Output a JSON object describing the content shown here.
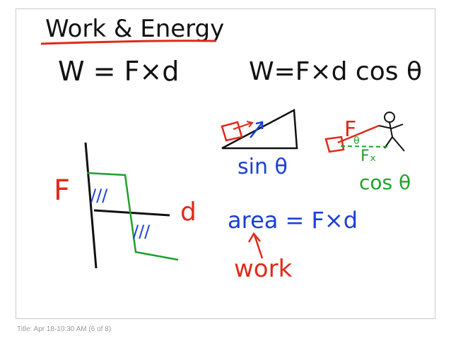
{
  "footer": {
    "caption": "Title: Apr 18-10:30 AM (6 of 8)"
  },
  "whiteboard": {
    "title": "Work & Energy",
    "formula_basic": "W = F×d",
    "formula_angle": "W=F×d cos θ",
    "graph_f_label": "F",
    "graph_d_label": "d",
    "hatch_top": "///",
    "hatch_bottom": "///",
    "sin_label": "sin θ",
    "force_label": "F",
    "theta_small": "θ",
    "fx_label": "Fₓ",
    "cos_label": "cos θ",
    "area_label": "area = F×d",
    "work_label": "work"
  },
  "colors": {
    "ink_black": "#111111",
    "ink_red": "#e02a1a",
    "ink_blue": "#1a3fd6",
    "ink_green": "#1fa12a"
  }
}
